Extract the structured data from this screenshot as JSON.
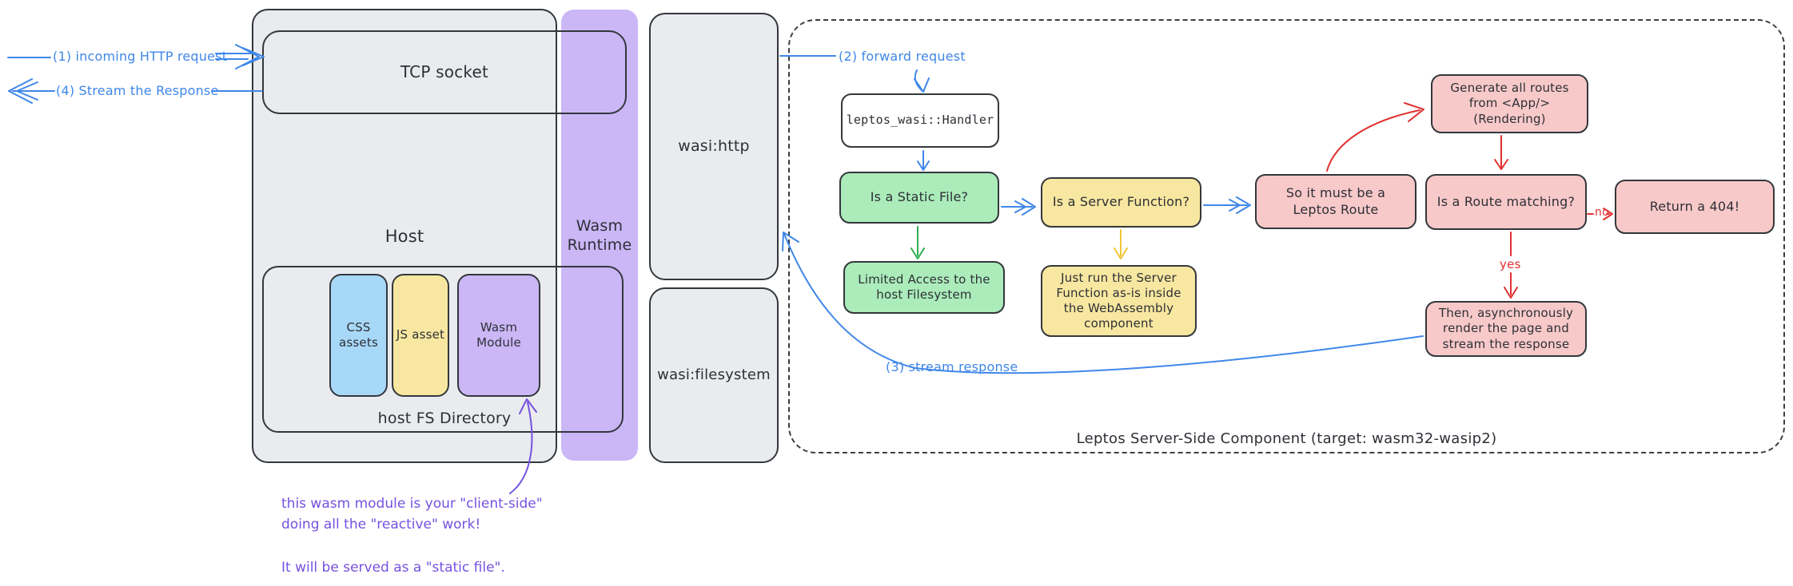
{
  "diagram": {
    "external_flow": {
      "incoming": "(1) incoming HTTP request",
      "stream_response_out": "(4) Stream the Response"
    },
    "host": {
      "label": "Host",
      "tcp_socket": "TCP socket",
      "fs_directory": "host FS Directory",
      "assets": [
        {
          "label": "CSS assets"
        },
        {
          "label": "JS asset"
        },
        {
          "label": "Wasm Module"
        }
      ]
    },
    "wasm_runtime": {
      "label": "Wasm Runtime"
    },
    "wasi": {
      "http": "wasi:http",
      "filesystem": "wasi:filesystem"
    },
    "component": {
      "caption": "Leptos Server-Side Component (target: wasm32-wasip2)",
      "forward_label": "(2) forward request",
      "stream_label": "(3) stream response",
      "nodes": {
        "handler": "leptos_wasi::Handler",
        "static_file": "Is a Static File?",
        "limited_access": "Limited Access to the host Filesystem",
        "server_fn": "Is a Server Function?",
        "just_run": "Just run the Server Function as-is inside the WebAssembly component",
        "leptos_route": "So it must be a Leptos Route",
        "generate_routes": "Generate all routes from <App/> (Rendering)",
        "route_matching": "Is a Route matching?",
        "return_404": "Return a 404!",
        "render_stream": "Then, asynchronously render the page and stream the response"
      },
      "edges": {
        "no": "no",
        "yes": "yes"
      }
    },
    "note": {
      "line1": "this wasm module is your \"client-side\"",
      "line2": "doing all the \"reactive\" work!",
      "line3": "It will be served as a \"static file\"."
    },
    "colors": {
      "blue_accent": "#3f87e8",
      "red_accent": "#e03131",
      "green_accent": "#2fae52",
      "yellow_accent": "#f2c437",
      "purple_accent": "#7452e0",
      "green_fill": "#abecba",
      "yellow_fill": "#f8e7a0",
      "pink_fill": "#f8c9c9",
      "purple_fill": "#cbb6f6",
      "blue_fill": "#a8d8f8",
      "grey_fill": "#e9ebee",
      "ink": "#2d3036"
    }
  }
}
